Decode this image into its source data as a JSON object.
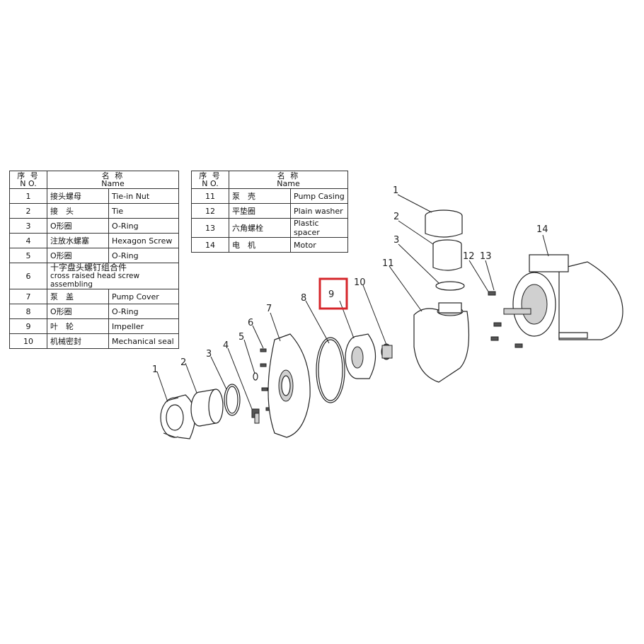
{
  "table_header": {
    "no_cn": "序 号",
    "no_en": "N O.",
    "name_cn": "名 称",
    "name_en": "Name"
  },
  "left_rows": [
    {
      "no": "1",
      "cn": "接头螺母",
      "en": "Tie-in Nut"
    },
    {
      "no": "2",
      "cn": "接　头",
      "en": "Tie"
    },
    {
      "no": "3",
      "cn": "O形圈",
      "en": "O-Ring"
    },
    {
      "no": "4",
      "cn": "注放水螺塞",
      "en": "Hexagon Screw"
    },
    {
      "no": "5",
      "cn": "O形圈",
      "en": "O-Ring"
    },
    {
      "no": "6",
      "cn": "十字盘头螺钉组合件",
      "en": "cross raised head screw assembling"
    },
    {
      "no": "7",
      "cn": "泵　盖",
      "en": "Pump Cover"
    },
    {
      "no": "8",
      "cn": "O形圈",
      "en": "O-Ring"
    },
    {
      "no": "9",
      "cn": "叶　轮",
      "en": "Impeller"
    },
    {
      "no": "10",
      "cn": "机械密封",
      "en": "Mechanical seal"
    }
  ],
  "right_rows": [
    {
      "no": "11",
      "cn": "泵　壳",
      "en": "Pump Casing"
    },
    {
      "no": "12",
      "cn": "平垫圈",
      "en": "Plain washer"
    },
    {
      "no": "13",
      "cn": "六角螺栓",
      "en": "Plastic spacer"
    },
    {
      "no": "14",
      "cn": "电　机",
      "en": "Motor"
    }
  ],
  "callouts": {
    "c1_left": "1",
    "c2_left": "2",
    "c3_left": "3",
    "c4": "4",
    "c5": "5",
    "c6": "6",
    "c7": "7",
    "c8": "8",
    "c9": "9",
    "c10": "10",
    "c11": "11",
    "c1_right": "1",
    "c2_right": "2",
    "c3_right": "3",
    "c12": "12",
    "c13": "13",
    "c14": "14"
  },
  "highlight_color": "#d6262b"
}
